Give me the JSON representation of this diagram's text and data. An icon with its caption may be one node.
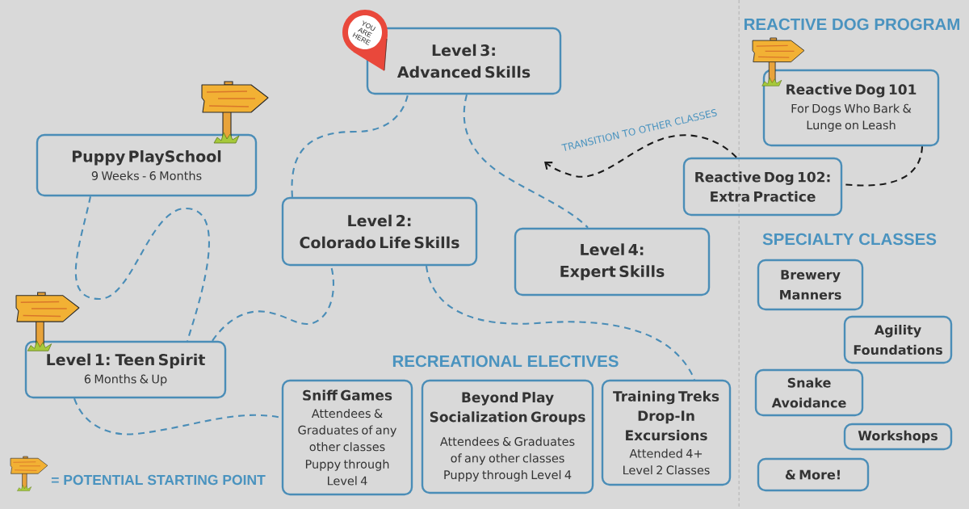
{
  "diagram": {
    "nodes": [
      {
        "text": [
          "Puppy PlaySchool",
          "9 Weeks - 6 Months"
        ]
      },
      {
        "text": [
          "Level 1: Teen Spirit",
          "6 Months & Up"
        ]
      },
      {
        "text": [
          "Level 2: Colorado Life Skills"
        ]
      },
      {
        "text": [
          "Level 3: Advanced Skills"
        ]
      },
      {
        "text": [
          "Level 4: Expert Skills"
        ]
      },
      {
        "text": [
          "Sniff Games",
          "Attendees & Graduates of any other classes",
          "Puppy through Level 4"
        ]
      },
      {
        "text": [
          "Beyond Play Socialization Groups",
          "Attendees & Graduates of any other classes",
          "Puppy through Level 4"
        ]
      },
      {
        "text": [
          "Training Treks Drop-In Excursions",
          "Attended 4+ Level 2 Classes"
        ]
      },
      {
        "text": [
          "Reactive Dog 101",
          "For Dogs Who Bark & Lunge on Leash"
        ]
      },
      {
        "text": [
          "Reactive Dog 102: Extra Practice"
        ]
      },
      {
        "text": [
          "Brewery Manners"
        ]
      },
      {
        "text": [
          "Agility Foundations"
        ]
      },
      {
        "text": [
          "Snake Avoidance"
        ]
      },
      {
        "text": [
          "Workshops"
        ]
      },
      {
        "text": [
          "& More!"
        ]
      }
    ],
    "edges": [
      {
        "from": 0,
        "to": 1,
        "arrow": "none",
        "style": "dashed"
      },
      {
        "from": 1,
        "to": 2,
        "arrow": "none",
        "style": "dashed"
      },
      {
        "from": 2,
        "to": 3,
        "arrow": "none",
        "style": "dashed"
      },
      {
        "from": 3,
        "to": 4,
        "arrow": "none",
        "style": "dashed"
      },
      {
        "from": 1,
        "to": 5,
        "arrow": "none",
        "style": "dashed"
      },
      {
        "from": 2,
        "to": 7,
        "arrow": "none",
        "style": "dashed"
      },
      {
        "from": 8,
        "to": 9,
        "arrow": "none",
        "style": "dashed",
        "color": "#1a1a1a"
      },
      {
        "from": 9,
        "to": null,
        "arrow": "to",
        "style": "dashed",
        "color": "#1a1a1a",
        "label": "TRANSITION TO OTHER CLASSES"
      }
    ],
    "labels": [
      "YOU ARE HERE",
      "REACTIVE DOG PROGRAM",
      "SPECIALTY CLASSES",
      "RECREATIONAL ELECTIVES"
    ],
    "legend": [
      {
        "text": "= POTENTIAL STARTING POINT"
      }
    ]
  }
}
